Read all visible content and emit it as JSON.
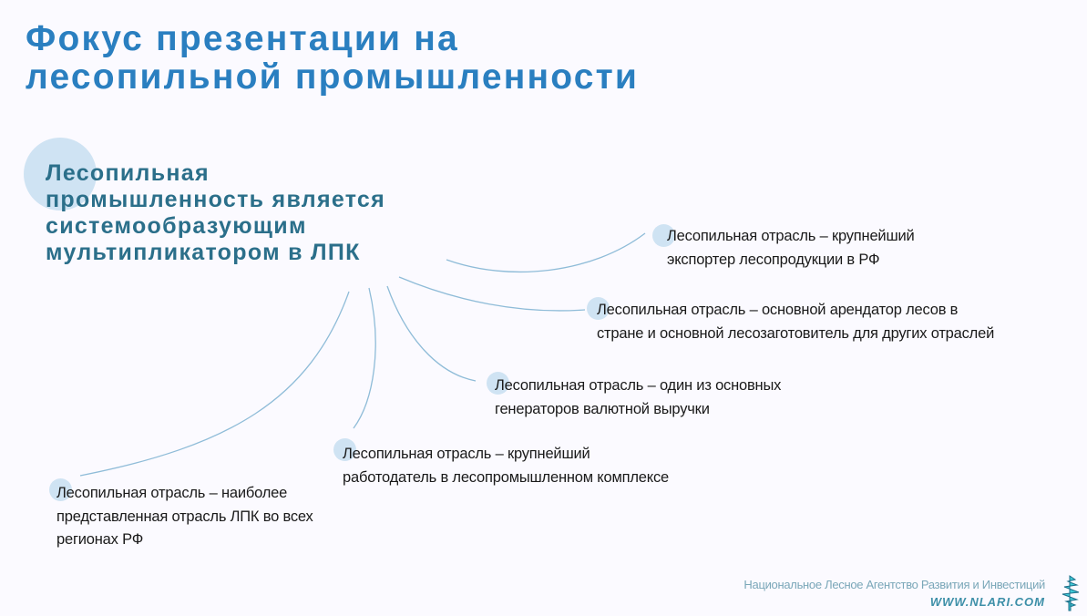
{
  "title": {
    "line1": "Фокус презентации на",
    "line2": "лесопильной промышленности"
  },
  "subtitle": {
    "lines": [
      "Лесопильная",
      "промышленность является",
      "системообразующим",
      "мультипликатором в ЛПК"
    ]
  },
  "points": [
    {
      "lines": [
        "Лесопильная отрасль – крупнейший",
        "экспортер лесопродукции в РФ"
      ]
    },
    {
      "lines": [
        "Лесопильная отрасль – основной арендатор лесов в",
        "стране и основной лесозаготовитель для других отраслей"
      ]
    },
    {
      "lines": [
        "Лесопильная отрасль – один из основных",
        "генераторов валютной выручки"
      ]
    },
    {
      "lines": [
        "Лесопильная отрасль – крупнейший",
        "работодатель в лесопромышленном комплексе"
      ]
    },
    {
      "lines": [
        "Лесопильная отрасль – наиболее",
        "представленная отрасль ЛПК во всех",
        "регионах РФ"
      ]
    }
  ],
  "footer": {
    "organization": "Национальное Лесное Агентство Развития и Инвестиций",
    "url": "WWW.NLARI.COM"
  },
  "colors": {
    "title": "#2a7fc0",
    "subtitle": "#2b6f8a",
    "accent_circle": "#cfe3f3",
    "connector": "#8fbcd8"
  }
}
